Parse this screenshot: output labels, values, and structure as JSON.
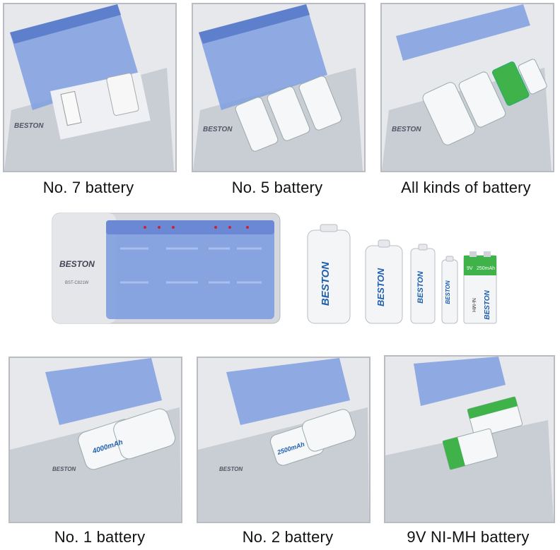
{
  "captions": {
    "no7": "No. 7 battery",
    "no5": "No. 5 battery",
    "all": "All kinds of battery",
    "no1": "No. 1 battery",
    "no2": "No. 2 battery",
    "nimh9v": "9V NI-MH battery"
  },
  "brand": {
    "name": "BESTON",
    "model": "BST-C821W"
  },
  "battery_labels": {
    "capacity_c": "2500mAh",
    "capacity_d": "4000mAh",
    "capacity_9v": "250mAh",
    "voltage_9v": "9V",
    "chem_9v": "Ni-MH"
  },
  "colors": {
    "lid_blue": "#7f9fe0",
    "charger_silver": "#d5d8dd",
    "battery_white": "#f4f5f7",
    "battery_blue_text": "#1e5fb0",
    "nimh_green": "#3fb24a"
  }
}
